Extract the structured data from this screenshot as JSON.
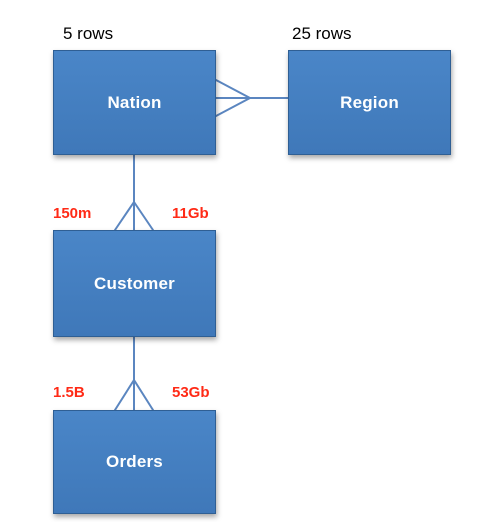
{
  "entities": {
    "nation": {
      "label": "Nation",
      "rows_label": "5 rows"
    },
    "region": {
      "label": "Region",
      "rows_label": "25 rows"
    },
    "customer": {
      "label": "Customer",
      "rows": "150m",
      "size": "11Gb"
    },
    "orders": {
      "label": "Orders",
      "rows": "1.5B",
      "size": "53Gb"
    }
  },
  "relationships": [
    {
      "from": "nation",
      "to": "region",
      "notation": "crow's foot at nation"
    },
    {
      "from": "nation",
      "to": "customer",
      "notation": "crow's foot at customer"
    },
    {
      "from": "customer",
      "to": "orders",
      "notation": "crow's foot at orders"
    }
  ],
  "colors": {
    "entity_fill": "#4a86c8",
    "entity_border": "#2f5f94",
    "entity_text": "#ffffff",
    "connector": "#5b86c0",
    "stat_text": "#ff2a16",
    "count_text": "#000000"
  }
}
